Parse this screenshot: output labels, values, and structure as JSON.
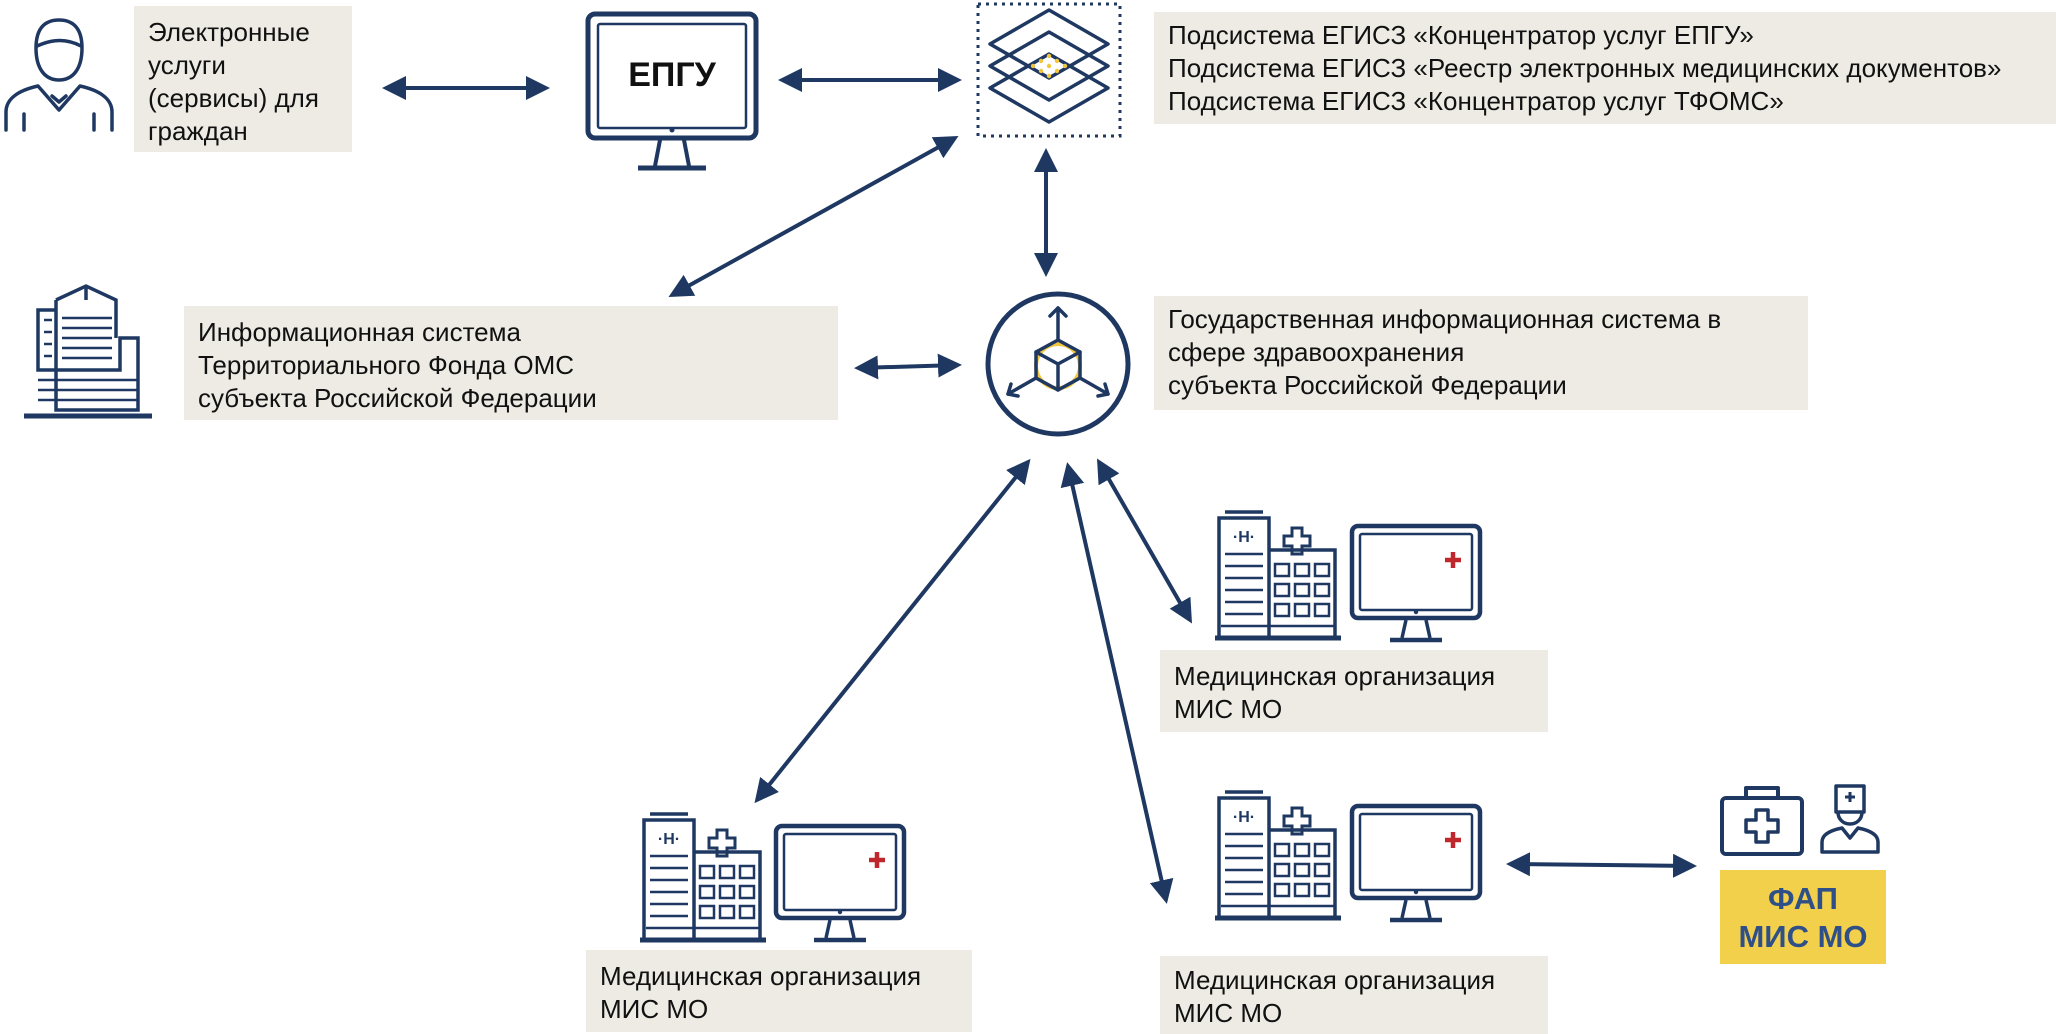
{
  "citizen_box": {
    "lines": [
      "Электронные",
      "услуги",
      "(сервисы) для",
      "граждан"
    ]
  },
  "epgu": {
    "label": "ЕПГУ"
  },
  "egisz_box": {
    "lines": [
      "Подсистема ЕГИСЗ «Концентратор услуг ЕПГУ»",
      "Подсистема ЕГИСЗ «Реестр электронных медицинских документов»",
      "Подсистема ЕГИСЗ «Концентратор услуг ТФОМС»"
    ]
  },
  "tfoms_box": {
    "lines": [
      "Информационная система",
      "Территориального Фонда ОМС",
      "субъекта Российской Федерации"
    ]
  },
  "gis_box": {
    "lines": [
      "Государственная информационная система в",
      "сфере здравоохранения",
      "субъекта Российской Федерации"
    ]
  },
  "med_org_1": {
    "lines": [
      "Медицинская организация",
      "МИС МО"
    ]
  },
  "med_org_2": {
    "lines": [
      "Медицинская организация",
      "МИС МО"
    ]
  },
  "med_org_3": {
    "lines": [
      "Медицинская организация",
      "МИС МО"
    ]
  },
  "fap": {
    "lines": [
      "ФАП",
      "МИС МО"
    ]
  },
  "colors": {
    "navy": "#1f3862",
    "box_bg": "#edebe4",
    "accent_yellow": "#f2d04c",
    "cross_red": "#c0272d",
    "fap_text": "#2f4f88"
  },
  "icons": [
    "citizen-icon",
    "monitor-icon",
    "layers-icon",
    "office-building-icon",
    "hub-icon",
    "hospital-icon",
    "medical-monitor-icon",
    "medkit-icon",
    "medic-icon"
  ]
}
